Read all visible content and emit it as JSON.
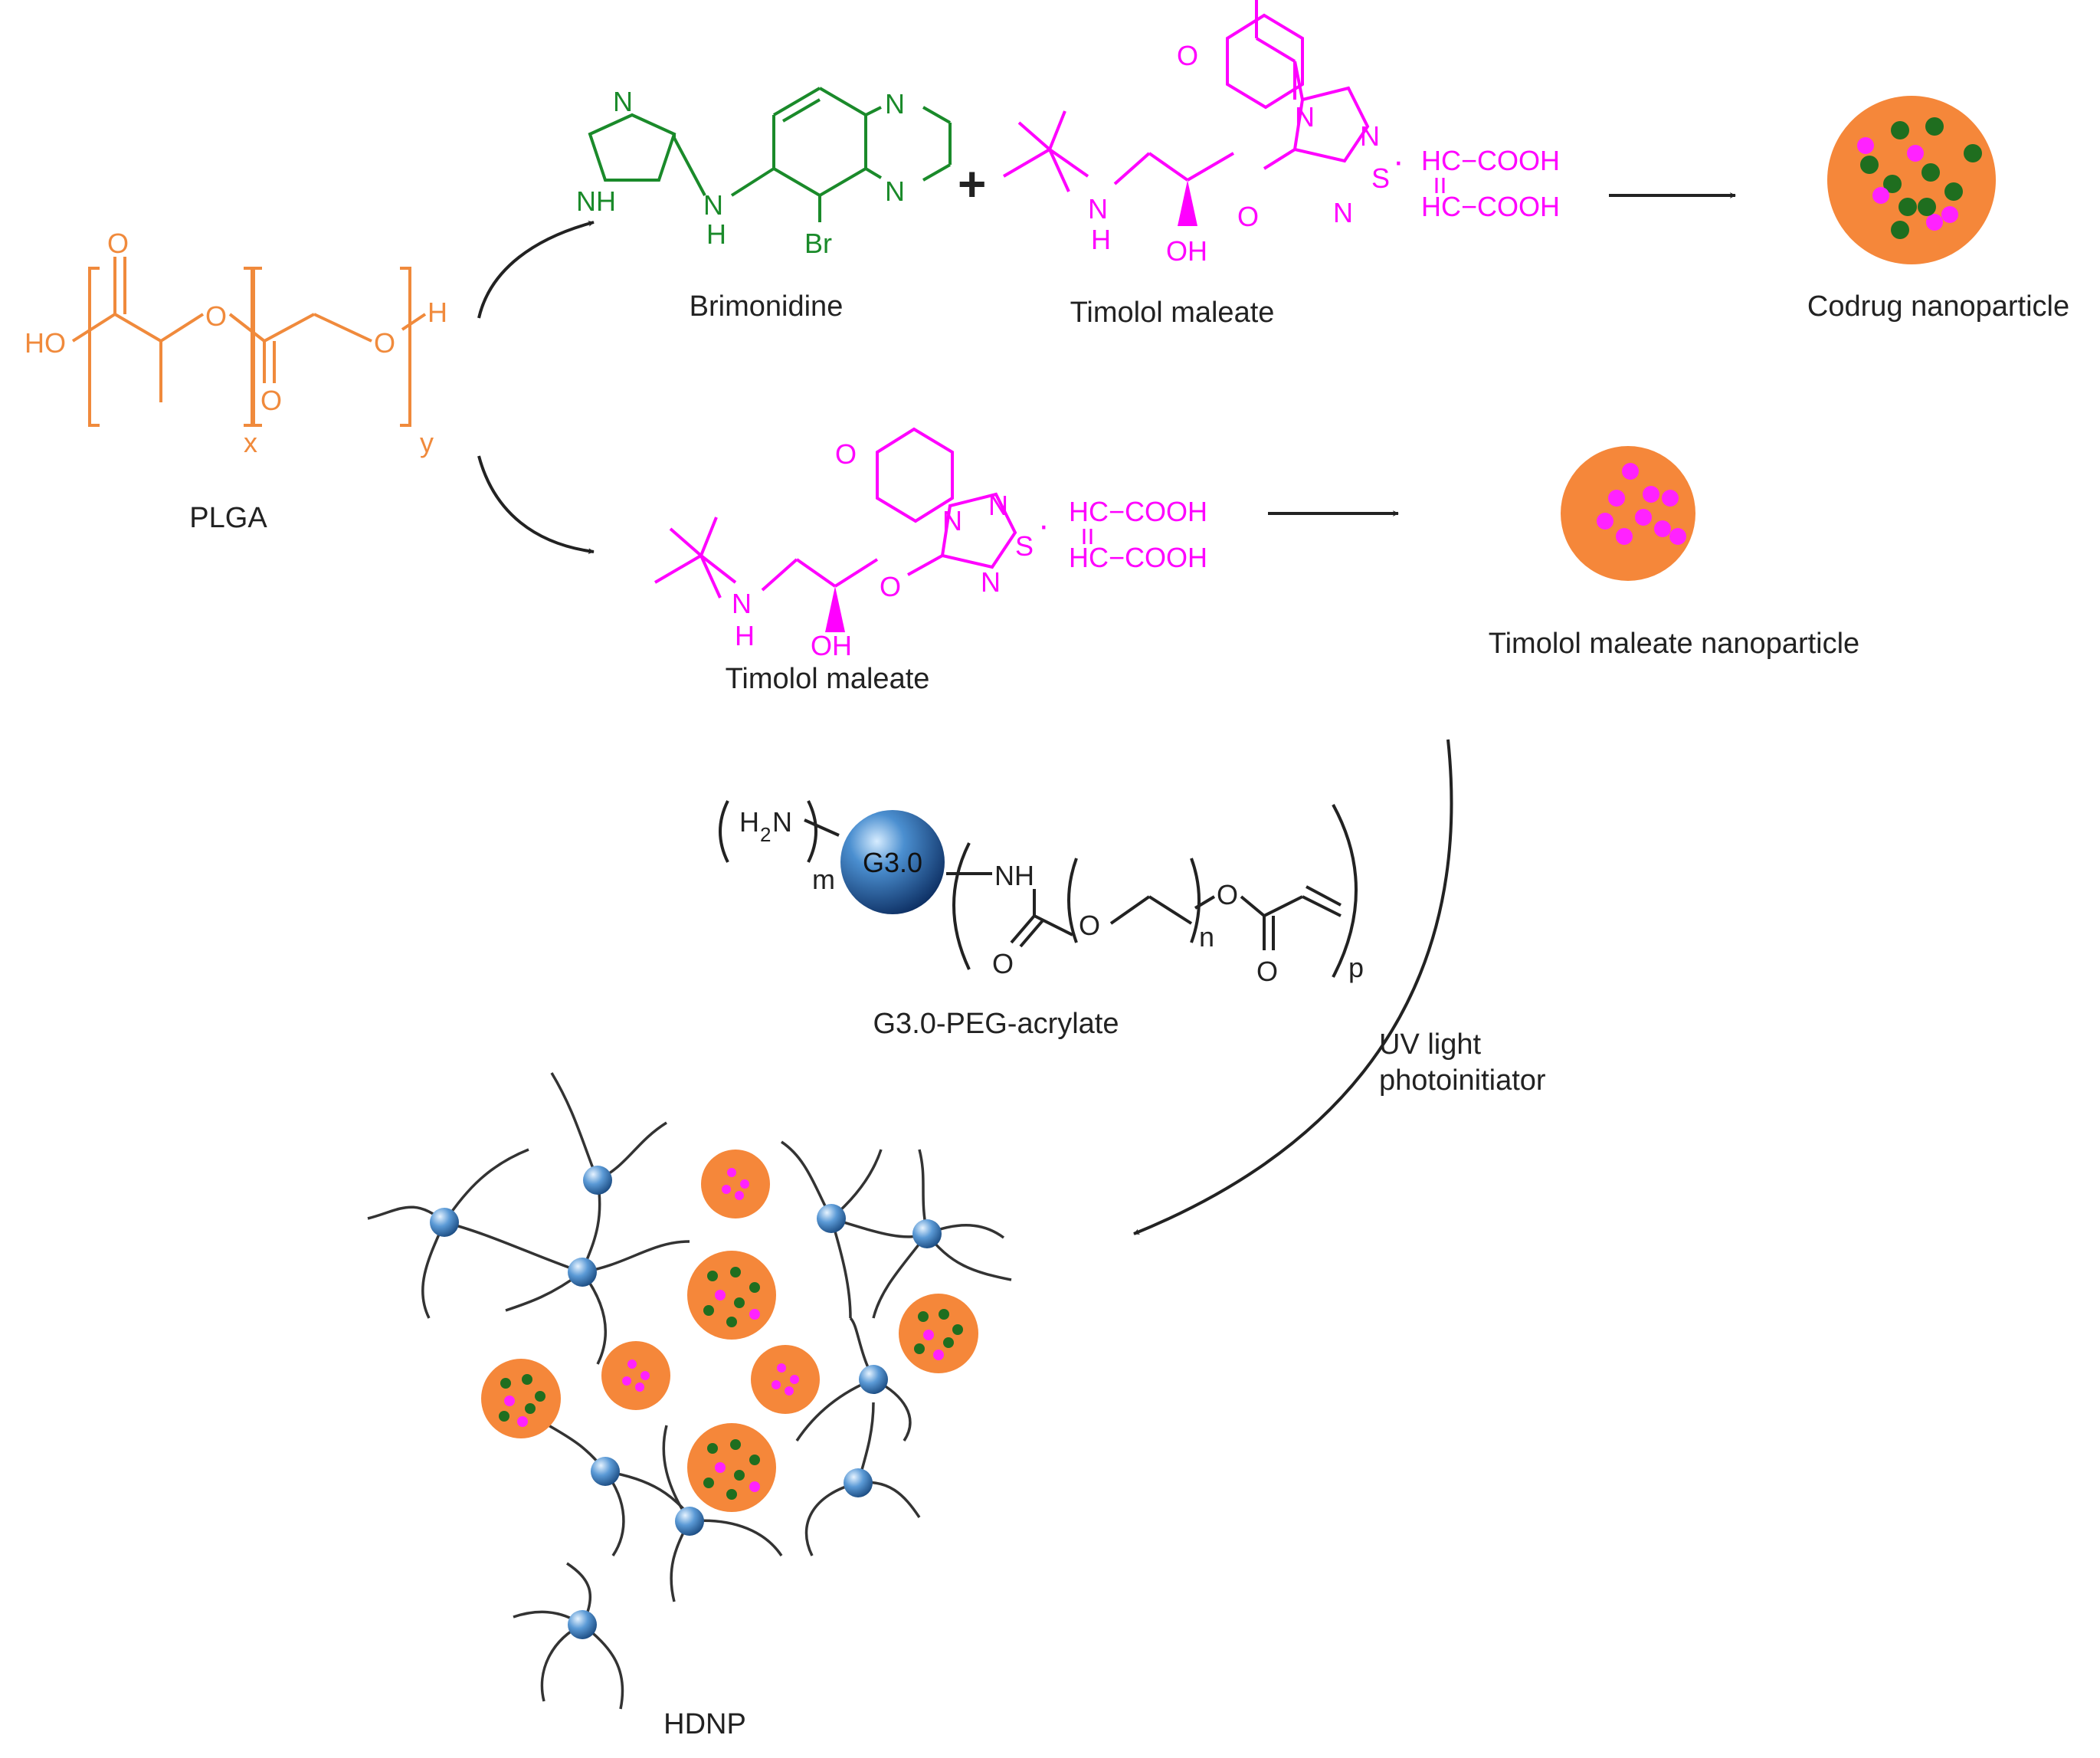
{
  "colors": {
    "plga": "#f08a3c",
    "brimonidine": "#1a8a2a",
    "timolol": "#ff00ff",
    "black": "#222222",
    "particle": "#f5873a",
    "particle_dot_green": "#1f6e1f",
    "particle_dot_magenta": "#ff22ff",
    "dendrimer": "#2a6aa8"
  },
  "plga": {
    "label": "PLGA",
    "atoms": {
      "ho": "HO",
      "o1": "O",
      "o2": "O",
      "o3": "O",
      "o4": "O",
      "h": "H",
      "x": "x",
      "y": "y"
    }
  },
  "plus": "+",
  "brimonidine": {
    "label": "Brimonidine",
    "atoms": {
      "n_ring1": "N",
      "nh_ring": "NH",
      "n_link": "N",
      "h_link": "H",
      "br": "Br",
      "n_q1": "N",
      "n_q2": "N"
    }
  },
  "timolol_top": {
    "label": "Timolol maleate",
    "atoms": {
      "o_morph": "O",
      "n_morph": "N",
      "n_thia1": "N",
      "s": "S",
      "n_thia2": "N",
      "o_ether": "O",
      "n_amine": "N",
      "h_amine": "H",
      "oh": "OH"
    },
    "maleate": {
      "line1": "HC−COOH",
      "line2": "HC−COOH",
      "dot": "·"
    }
  },
  "timolol_mid": {
    "label": "Timolol maleate",
    "atoms": {
      "o_morph": "O",
      "n_morph": "N",
      "n_thia1": "N",
      "s": "S",
      "n_thia2": "N",
      "o_ether": "O",
      "n_amine": "N",
      "h_amine": "H",
      "oh": "OH"
    },
    "maleate": {
      "line1": "HC−COOH",
      "line2": "HC−COOH",
      "dot": "·"
    }
  },
  "codrug_nanoparticle": {
    "label": "Codrug nanoparticle"
  },
  "timolol_nanoparticle": {
    "label": "Timolol maleate nanoparticle"
  },
  "g3_peg": {
    "label": "G3.0-PEG-acrylate",
    "core": "G3.0",
    "atoms": {
      "h2n": "H",
      "h2n_sub": "2",
      "h2n_n": "N",
      "m": "m",
      "nh": "NH",
      "o_carb": "O",
      "o_chain": "O",
      "n": "n",
      "o_ester": "O",
      "o_acr": "O",
      "p": "p"
    }
  },
  "uv": {
    "line1": "UV light",
    "line2": "photoinitiator"
  },
  "hdnp": {
    "label": "HDNP"
  }
}
